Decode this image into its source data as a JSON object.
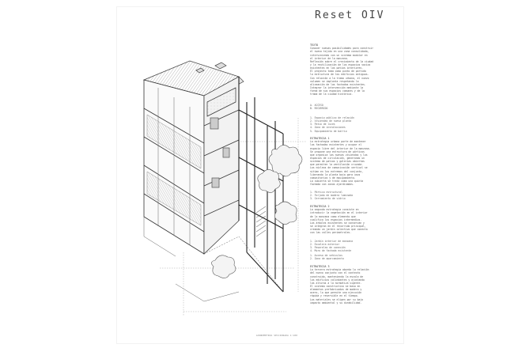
{
  "sheet": {
    "title": "Reset OIV",
    "caption": "AXONOMETRÍA SECCIONADA 1:100"
  },
  "notes": {
    "blocks": [
      {
        "heading": "TEXTO",
        "lines": [
          "Conocer nuevas posibilidades para construir",
          "el nuevo tejido en una zona consolidada,",
          "interviniendo con un sistema modular en",
          "el interior de la manzana.",
          "Reflexión sobre el crecimiento de la ciudad",
          "y la reutilización de los espacios vacíos",
          "existentes en los patios interiores.",
          "El proyecto toma como punto de partida",
          "la estructura de los edificios antiguos.",
          "Con relación a la trama urbana, el nuevo",
          "volumen se implanta respetando la",
          "alineación de las fachadas existentes.",
          "Integrar la intervención mediante la",
          "forma de sus espacios comunes y de la",
          "trama de la ciudad histórica."
        ]
      },
      {
        "heading": "",
        "legend": true,
        "lines": [
          "A. ACCESO",
          "B. RECORRIDO"
        ]
      },
      {
        "heading": "",
        "legend": true,
        "lines": [
          "1. Espacio público de relación",
          "2. Viviendas de nueva planta",
          "3. Patio de luces",
          "4. Zona de instalaciones",
          "5. Equipamiento de barrio"
        ]
      },
      {
        "heading": "ESTRATEGIA 1",
        "lines": [
          "La estrategia urbana parte de mantener",
          "las fachadas existentes y ocupar el",
          "espacio libre del interior de la manzana.",
          "Se propone una estructura de pórticos",
          "que organiza las nuevas viviendas y los",
          "espacios de circulación, generando un",
          "sistema de patios y galerías abiertas",
          "que permiten la ventilación cruzada.",
          "Los núcleos de comunicación vertical se",
          "sitúan en los extremos del conjunto,",
          "liberando la planta baja para usos",
          "comunitarios y de equipamiento.",
          "La cubierta se trata como una quinta",
          "fachada con zonas ajardinadas."
        ]
      },
      {
        "heading": "",
        "legend": true,
        "lines": [
          "1. Pórtico estructural",
          "2. Forjado de madera laminada",
          "3. Cerramiento de vidrio"
        ]
      },
      {
        "heading": "ESTRATEGIA 2",
        "lines": [
          "La segunda estrategia consiste en",
          "introducir la vegetación en el interior",
          "de la manzana como elemento que",
          "cualifica los espacios intermedios.",
          "Los árboles existentes se conservan y",
          "se integran en el recorrido principal,",
          "creando un jardín colectivo que conecta",
          "con las calles perimetrales."
        ]
      },
      {
        "heading": "",
        "legend": true,
        "lines": [
          "1. Jardín interior de manzana",
          "2. Escalera exterior",
          "3. Pasarelas de conexión",
          "4. Muro de fachada existente"
        ]
      },
      {
        "heading": "",
        "legend": true,
        "lines": [
          "1. Acceso de vehículos",
          "2. Zona de aparcamiento"
        ]
      },
      {
        "heading": "ESTRATEGIA 3",
        "lines": [
          "La tercera estrategia aborda la relación",
          "del nuevo conjunto con el contexto",
          "construido, manteniendo la escala de",
          "los edificios colindantes y ajustando",
          "las alturas a la normativa vigente.",
          "El sistema constructivo se basa en",
          "elementos prefabricados de madera y",
          "acero, lo que permite una ejecución",
          "rápida y reversible en el tiempo.",
          "Los materiales se eligen por su bajo",
          "impacto ambiental y su durabilidad."
        ]
      }
    ]
  },
  "colors": {
    "ink": "#333333",
    "line": "#555555",
    "hatch": "#9a9a9a"
  }
}
